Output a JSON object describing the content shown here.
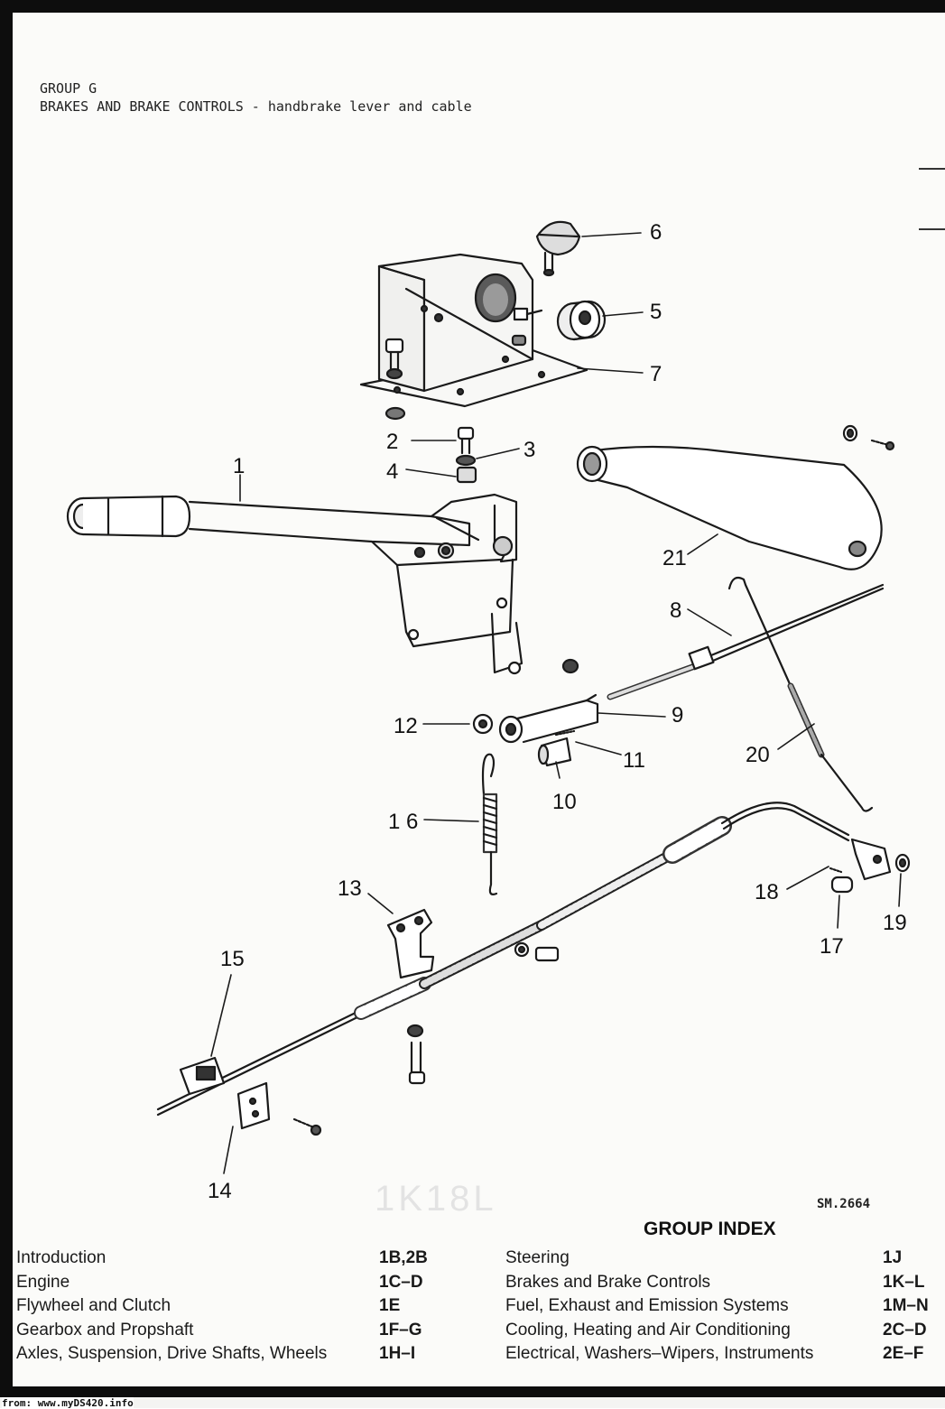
{
  "header": {
    "group": "GROUP G",
    "title": "BRAKES AND BRAKE CONTROLS - handbrake lever and cable"
  },
  "callouts": [
    "1",
    "2",
    "3",
    "4",
    "5",
    "6",
    "7",
    "8",
    "9",
    "10",
    "11",
    "12",
    "13",
    "14",
    "15",
    "1 6",
    "17",
    "18",
    "19",
    "20",
    "21"
  ],
  "drawing_code": "SM.2664",
  "faint_code": "1K18L",
  "index": {
    "title": "GROUP INDEX",
    "left": [
      {
        "name": "Introduction",
        "code": "1B,2B"
      },
      {
        "name": "Engine",
        "code": "1C–D"
      },
      {
        "name": "Flywheel and Clutch",
        "code": "1E"
      },
      {
        "name": "Gearbox and Propshaft",
        "code": "1F–G"
      },
      {
        "name": "Axles, Suspension, Drive Shafts, Wheels",
        "code": "1H–I"
      }
    ],
    "right": [
      {
        "name": "Steering",
        "code": "1J"
      },
      {
        "name": "Brakes and Brake Controls",
        "code": "1K–L"
      },
      {
        "name": "Fuel, Exhaust and Emission Systems",
        "code": "1M–N"
      },
      {
        "name": "Cooling, Heating and Air Conditioning",
        "code": "2C–D"
      },
      {
        "name": "Electrical, Washers–Wipers, Instruments",
        "code": "2E–F"
      }
    ]
  },
  "footer": "from: www.myDS420.info"
}
